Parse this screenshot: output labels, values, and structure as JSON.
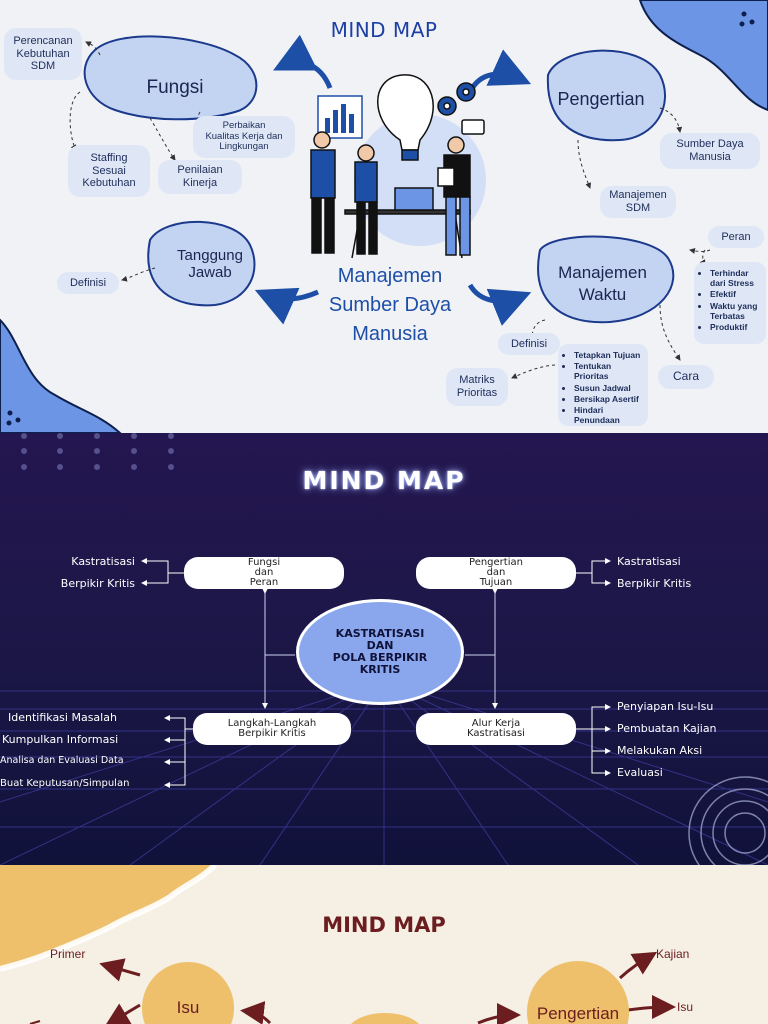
{
  "panel1": {
    "title": "MIND MAP",
    "center": [
      "Manajemen",
      "Sumber Daya",
      "Manusia"
    ],
    "fungsi": {
      "label": "Fungsi",
      "children": [
        {
          "lines": [
            "Perencanan",
            "Kebutuhan",
            "SDM"
          ]
        },
        {
          "lines": [
            "Perbaikan",
            "Kualitas Kerja dan",
            "Lingkungan"
          ]
        },
        {
          "lines": [
            "Staffing",
            "Sesuai",
            "Kebutuhan"
          ]
        },
        {
          "lines": [
            "Penilaian",
            "Kinerja"
          ]
        }
      ]
    },
    "pengertian": {
      "label": "Pengertian",
      "children": [
        {
          "lines": [
            "Sumber Daya",
            "Manusia"
          ]
        },
        {
          "lines": [
            "Manajemen",
            "SDM"
          ]
        }
      ]
    },
    "tanggung_jawab": {
      "label": [
        "Tanggung",
        "Jawab"
      ],
      "children": [
        {
          "lines": [
            "Definisi"
          ]
        }
      ]
    },
    "manajemen_waktu": {
      "label": [
        "Manajemen",
        "Waktu"
      ],
      "peran": {
        "label": "Peran",
        "items": [
          "Terhindar dari Stress",
          "Efektif",
          "Waktu yang Terbatas",
          "Produktif"
        ]
      },
      "cara": {
        "label": "Cara",
        "items": [
          "Tetapkan Tujuan",
          "Tentukan Prioritas",
          "Susun Jadwal",
          "Bersikap Asertif",
          "Hindari Penundaan"
        ]
      },
      "definisi": {
        "label": "Definisi",
        "child": [
          "Matriks",
          "Prioritas"
        ]
      }
    },
    "colors": {
      "title": "#1d3fa3",
      "bubble": "#c3d3f2",
      "bubble_outline": "#1b3a8c",
      "arrow": "#1d4fa7",
      "pill": "#dfe7f7"
    }
  },
  "panel2": {
    "title": "MIND MAP",
    "center": [
      "KASTRATISASI",
      "DAN",
      "POLA BERPIKIR",
      "KRITIS"
    ],
    "nodes": {
      "top_left": {
        "lines": [
          "Fungsi",
          "dan",
          "Peran"
        ],
        "leaves": [
          "Kastratisasi",
          "Berpikir Kritis"
        ]
      },
      "top_right": {
        "lines": [
          "Pengertian",
          "dan",
          "Tujuan"
        ],
        "leaves": [
          "Kastratisasi",
          "Berpikir Kritis"
        ]
      },
      "bottom_left": {
        "lines": [
          "Langkah-Langkah",
          "Berpikir Kritis"
        ],
        "leaves": [
          "Identifikasi Masalah",
          "Kumpulkan Informasi",
          "Analisa dan Evaluasi Data",
          "Buat Keputusan/Simpulan"
        ]
      },
      "bottom_right": {
        "lines": [
          "Alur Kerja",
          "Kastratisasi"
        ],
        "leaves": [
          "Penyiapan Isu-Isu",
          "Pembuatan Kajian",
          "Melakukan Aksi",
          "Evaluasi"
        ]
      }
    },
    "colors": {
      "bg_top": "#241650",
      "bg_bottom": "#10123a",
      "center": "#8aa6ec",
      "grid": "#3a3a9a"
    }
  },
  "panel3": {
    "title": "MIND MAP",
    "nodes": [
      {
        "label": "Isu",
        "leaves": [
          "Primer"
        ]
      },
      {
        "label": "Pengertian",
        "leaves": [
          "Kajian",
          "Isu"
        ]
      }
    ],
    "colors": {
      "bg": "#f5efe4",
      "circle": "#eec06b",
      "text": "#6b1d20"
    }
  }
}
